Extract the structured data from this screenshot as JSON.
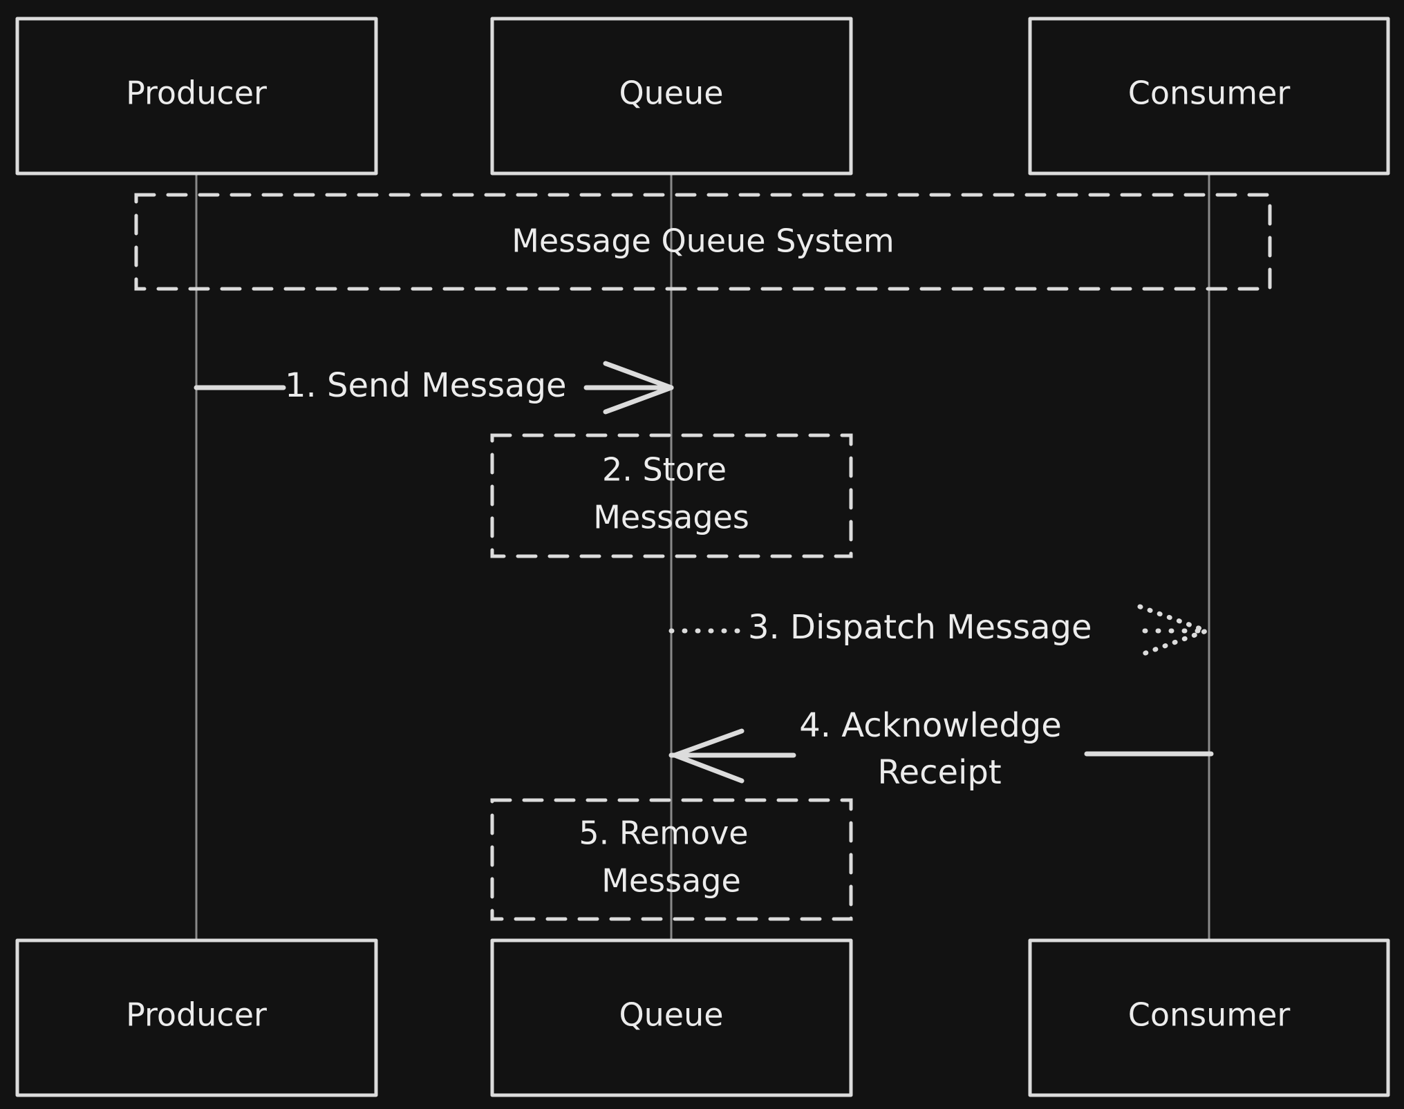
{
  "participants": {
    "producer": "Producer",
    "queue": "Queue",
    "consumer": "Consumer"
  },
  "group": {
    "label": "Message Queue System"
  },
  "messages": {
    "send": "1. Send Message",
    "store_line1": "2. Store",
    "store_line2": "Messages",
    "dispatch": "3. Dispatch Message",
    "ack_line1": "4. Acknowledge",
    "ack_line2": "Receipt",
    "remove_line1": "5. Remove",
    "remove_line2": "Message"
  },
  "colors": {
    "background": "#121212",
    "stroke": "#dcdcdc",
    "text": "#ececec",
    "lifeline": "#8a8a8a"
  }
}
